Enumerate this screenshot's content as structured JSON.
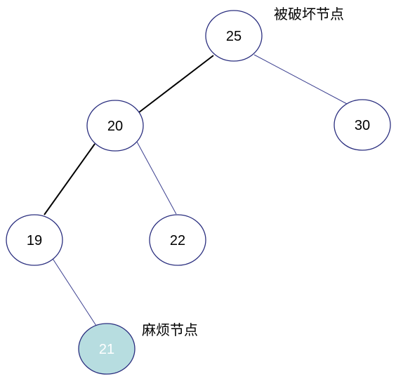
{
  "diagram": {
    "colors": {
      "node_stroke": "#2b2f7f",
      "node_fill": "#ffffff",
      "highlight_fill": "#b7dde0",
      "bold_edge": "#000000",
      "thin_edge": "#3b3f8f",
      "text": "#000000",
      "highlight_text": "#ffffff"
    },
    "nodes": {
      "n25": {
        "label": "25"
      },
      "n20": {
        "label": "20"
      },
      "n30": {
        "label": "30"
      },
      "n19": {
        "label": "19"
      },
      "n22": {
        "label": "22"
      },
      "n21": {
        "label": "21",
        "highlight": true
      }
    },
    "edges": [
      {
        "from": "25",
        "to": "20",
        "style": "bold"
      },
      {
        "from": "25",
        "to": "30",
        "style": "thin"
      },
      {
        "from": "20",
        "to": "19",
        "style": "bold"
      },
      {
        "from": "20",
        "to": "22",
        "style": "thin"
      },
      {
        "from": "19",
        "to": "21",
        "style": "thin"
      }
    ],
    "annotations": {
      "broken_node": "被破坏节点",
      "troublesome_node": "麻烦节点"
    }
  }
}
